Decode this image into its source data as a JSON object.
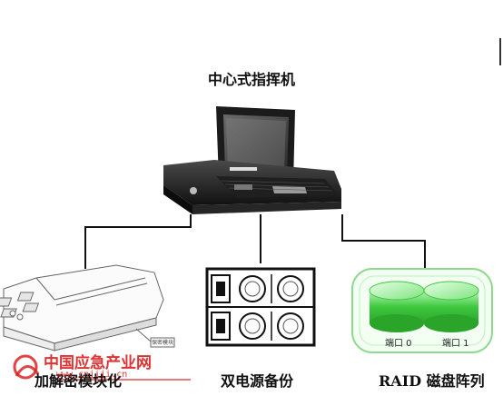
{
  "diagram": {
    "center_title": "中心式指挥机",
    "nodes": [
      {
        "id": "encryption",
        "label": "加解密模块化"
      },
      {
        "id": "power",
        "label": "双电源备份"
      },
      {
        "id": "raid",
        "label": "RAID 磁盘阵列"
      }
    ],
    "raid_ports": [
      "端口 0",
      "端口 1"
    ],
    "device_screen_text": "",
    "encryption_card_tag": "保密模块"
  },
  "watermark": {
    "text": "中国应急产业网",
    "url": "www.cnjiji.cn",
    "color": "#dd2222"
  },
  "colors": {
    "raid_green": "#3ec83e",
    "raid_green_light": "#9ef09e",
    "line": "#111111"
  }
}
